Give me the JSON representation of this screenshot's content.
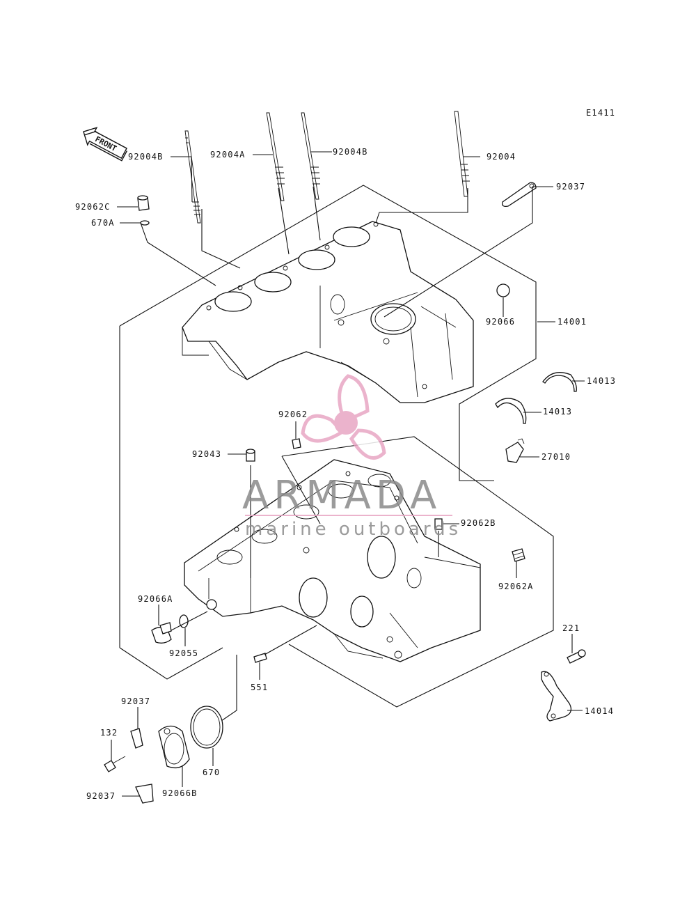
{
  "diagram_code": "E1411",
  "front_label": "FRONT",
  "watermark": {
    "brand": "ARMADA",
    "tagline": "marine outboards",
    "accent_color": "#e8a6c4",
    "text_color": "#8a8a8a"
  },
  "parts": {
    "p92004B_left": "92004B",
    "p92004A": "92004A",
    "p92004B_right": "92004B",
    "p92004": "92004",
    "p92037_top": "92037",
    "p92062C": "92062C",
    "p670A": "670A",
    "p92066": "92066",
    "p14001": "14001",
    "p14013_upper": "14013",
    "p14013_lower": "14013",
    "p92062": "92062",
    "p27010": "27010",
    "p92043": "92043",
    "p92062B": "92062B",
    "p92062A": "92062A",
    "p92066A": "92066A",
    "p92055": "92055",
    "p551": "551",
    "p221": "221",
    "p14014": "14014",
    "p92037_mid": "92037",
    "p132": "132",
    "p670": "670",
    "p92037_bottom": "92037",
    "p92066B": "92066B"
  }
}
